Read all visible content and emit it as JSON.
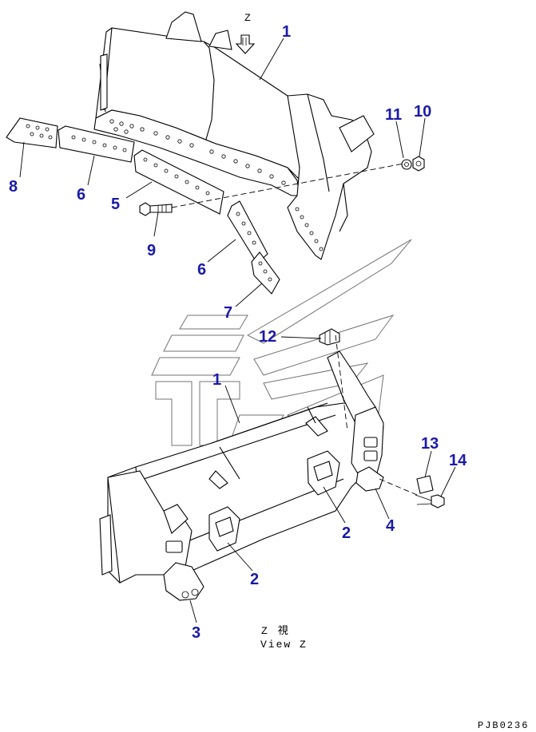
{
  "view_arrow_letter": "Z",
  "view_caption": {
    "kanji": "Z　視",
    "english": "View Z"
  },
  "drawing_code": "PJB0236",
  "callouts": {
    "blade_top": "1",
    "cutting_edge_top": "6",
    "end_bit_left": "8",
    "cutting_edge_center": "5",
    "bolt": "9",
    "cutting_edge_right": "6",
    "end_bit_right": "7",
    "washer": "11",
    "nut": "10",
    "grease_fitting": "12",
    "blade_view_z": "1",
    "bracket_center": "2",
    "bracket_left": "2",
    "bracket_lower_left": "3",
    "bracket_right": "4",
    "plate": "13",
    "bolt_small": "14"
  }
}
